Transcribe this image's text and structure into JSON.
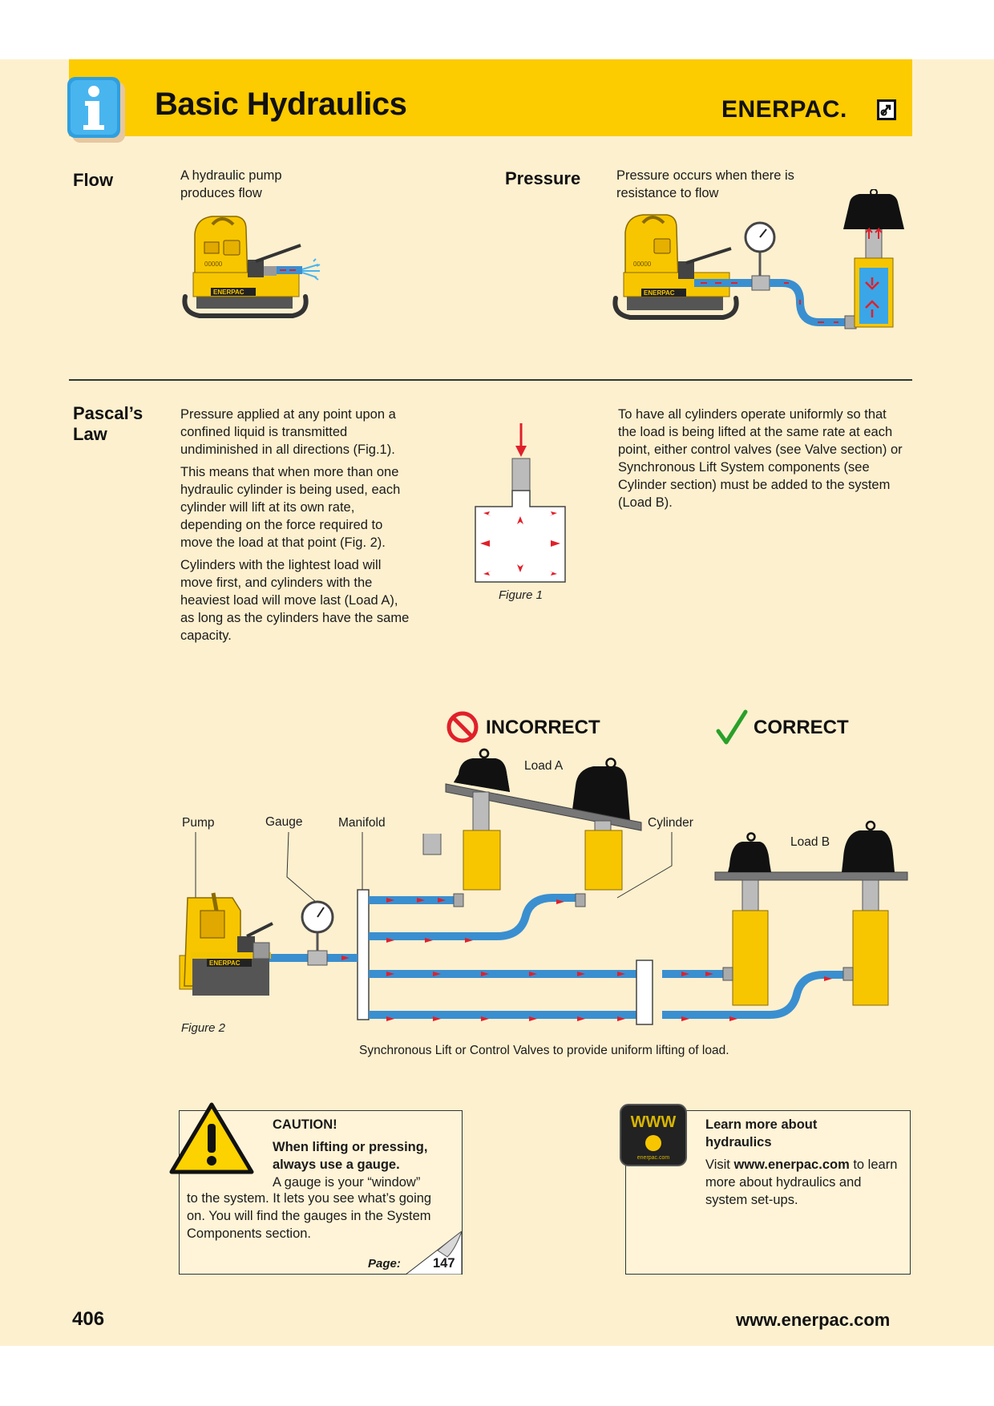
{
  "header": {
    "title": "Basic Hydraulics",
    "brand": "ENERPAC."
  },
  "flow": {
    "heading": "Flow",
    "text_line1": "A hydraulic pump",
    "text_line2": "produces flow",
    "pump_label": "ENERPAC"
  },
  "pressure": {
    "heading": "Pressure",
    "text_line1": "Pressure occurs when there is",
    "text_line2": "resistance to flow"
  },
  "pascal": {
    "heading_line1": "Pascal’s",
    "heading_line2": "Law",
    "para1": "Pressure applied at any point upon a confined liquid is transmitted undiminished in all directions (Fig.1).",
    "para2": "This means that when more than one hydraulic cylinder is being used, each cylinder will lift at its own rate, depending on the force required to move the load at that point  (Fig. 2).",
    "para3": "Cylinders with the lightest load will move first, and cylinders with the heaviest load will move last (Load A), as long as the cylinders have the same capacity.",
    "figure1_caption": "Figure 1",
    "right_para": "To have all cylinders operate uniformly so that the load is being lifted at the same rate at each point, either control valves (see Valve section) or Synchronous Lift System components (see Cylinder section) must be added to the system (Load B)."
  },
  "figure2": {
    "incorrect": "INCORRECT",
    "correct": "CORRECT",
    "load_a": "Load A",
    "load_b": "Load B",
    "pump": "Pump",
    "gauge": "Gauge",
    "manifold": "Manifold",
    "cylinder": "Cylinder",
    "caption": "Figure 2",
    "note": "Synchronous Lift or Control Valves to provide uniform lifting of load.",
    "pump_label": "ENERPAC"
  },
  "caution": {
    "title": "CAUTION!",
    "bold_line1": "When lifting or pressing,",
    "bold_line2": "always use a gauge.",
    "text_line1": "A gauge is your “window”",
    "text_rest": "to the system. It lets you see what’s going on. You will find the gauges in the System Components section.",
    "page_label": "Page:",
    "page_number": "147"
  },
  "web": {
    "icon_text": "WWW",
    "icon_sub": "enerpac.com",
    "title_line1": "Learn more about",
    "title_line2": "hydraulics",
    "text_pre": "Visit ",
    "text_url": "www.enerpac.com",
    "text_post": " to learn more about hydraulics and system set-ups."
  },
  "footer": {
    "page_number": "406",
    "url": "www.enerpac.com"
  },
  "colors": {
    "header_yellow": "#fccb00",
    "page_bg": "#fdf0cf",
    "hose_blue": "#3a8fd0",
    "arrow_red": "#e0202a",
    "cylinder_yellow": "#f7c600",
    "check_green": "#2aa02a"
  }
}
